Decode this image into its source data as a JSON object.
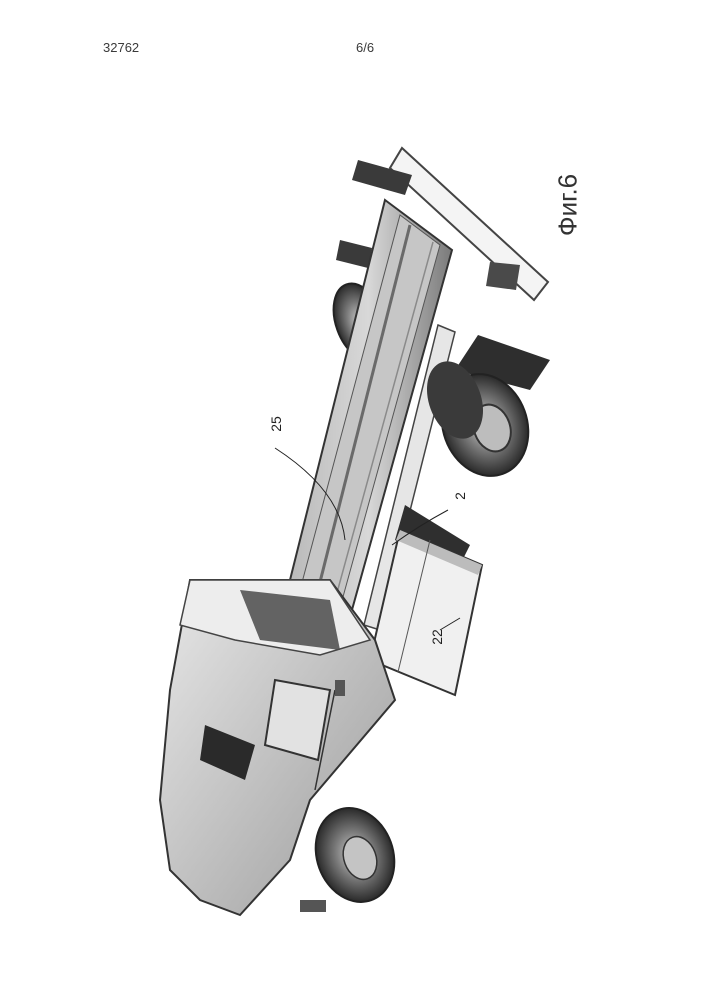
{
  "header": {
    "doc_number": "32762",
    "page_number": "6/6"
  },
  "figure": {
    "caption": "Фиг.6",
    "ref_labels": {
      "frame_rail": "25",
      "mounting_part": "2",
      "box_unit": "22"
    }
  }
}
